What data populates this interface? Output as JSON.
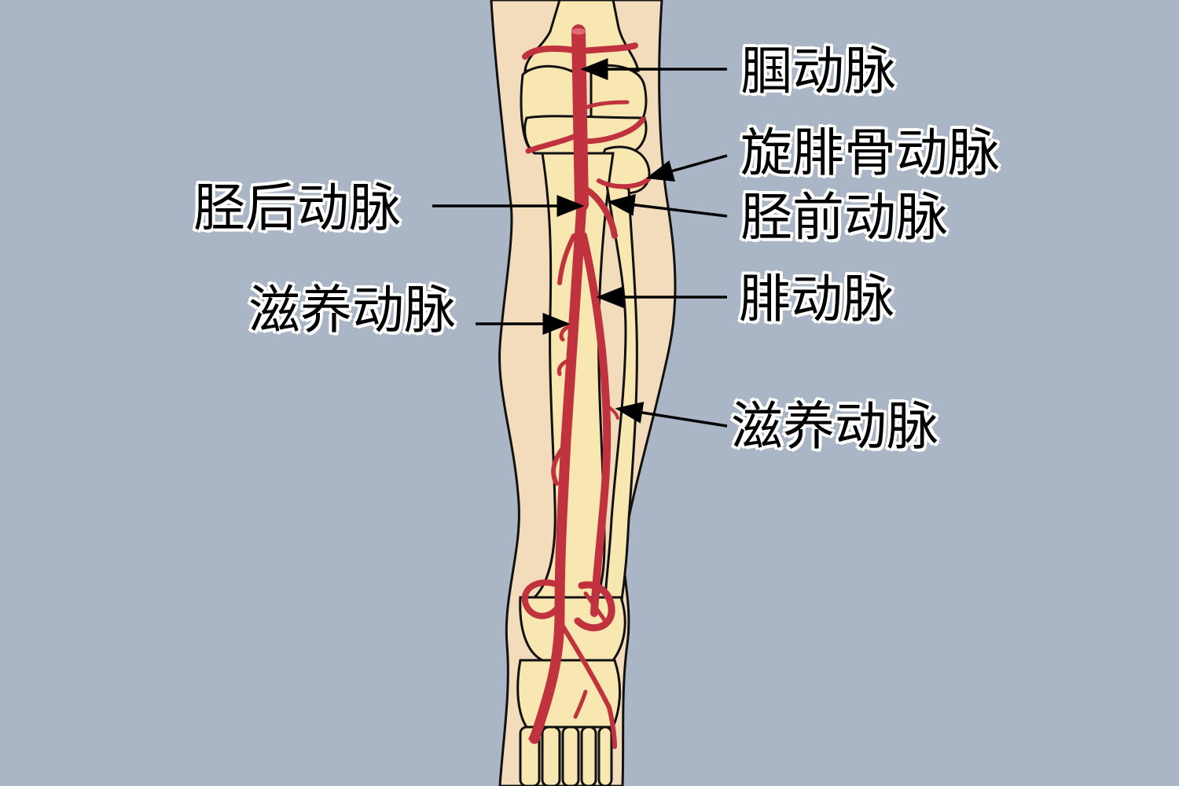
{
  "colors": {
    "background": "#aab5c6",
    "skin": "#f3dcbc",
    "skin_shade": "#e8c79d",
    "bone": "#f8e7b0",
    "bone_shade": "#efd48a",
    "artery": "#c0323e",
    "outline": "#111111",
    "label_text": "#000000",
    "label_halo": "#ffffff"
  },
  "labels": {
    "popliteal_artery": "腘动脉",
    "circumflex_fibular_artery": "旋腓骨动脉",
    "anterior_tibial_artery": "胫前动脉",
    "posterior_tibial_artery": "胫后动脉",
    "nutrient_artery_left": "滋养动脉",
    "fibular_artery": "腓动脉",
    "nutrient_artery_right": "滋养动脉"
  }
}
